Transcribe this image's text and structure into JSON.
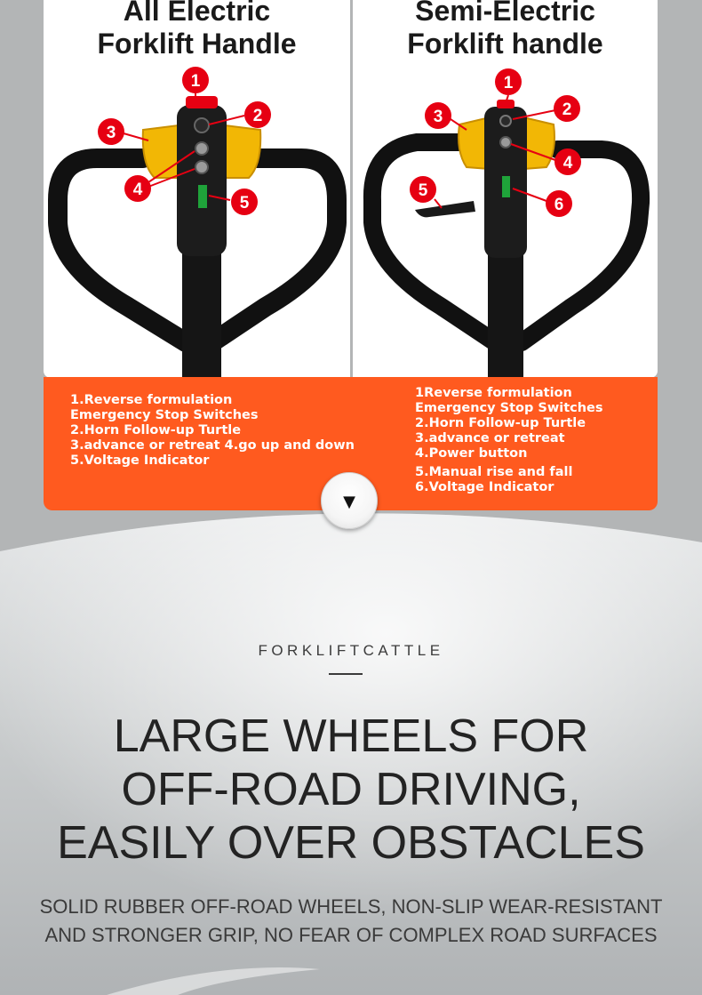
{
  "left_panel": {
    "title_line1": "All Electric",
    "title_line2": "Forklift Handle",
    "markers": [
      "1",
      "2",
      "3",
      "4",
      "5"
    ],
    "features": [
      "1.Reverse formulation",
      "Emergency Stop Switches",
      "2.Horn Follow-up Turtle",
      "3.advance or retreat 4.go up and down",
      "5.Voltage Indicator"
    ]
  },
  "right_panel": {
    "title_line1": "Semi-Electric",
    "title_line2": "Forklift handle",
    "markers": [
      "1",
      "2",
      "3",
      "4",
      "5",
      "6"
    ],
    "features": [
      "1Reverse formulation",
      "Emergency Stop Switches",
      "2.Horn Follow-up Turtle",
      "3.advance or retreat",
      "4.Power button",
      "5.Manual rise and fall",
      "6.Voltage Indicator"
    ]
  },
  "scroll_button": {
    "icon": "down-triangle-icon",
    "glyph": "▼"
  },
  "section": {
    "eyebrow": "FORKLIFTCATTLE",
    "headline_lines": [
      "LARGE WHEELS FOR",
      "OFF-ROAD DRIVING,",
      "EASILY OVER OBSTACLES"
    ],
    "subline_lines": [
      "SOLID RUBBER OFF-ROAD WHEELS, NON-SLIP WEAR-RESISTANT",
      "AND STRONGER GRIP, NO FEAR OF COMPLEX ROAD SURFACES"
    ]
  },
  "colors": {
    "accent_orange": "#ff5a1f",
    "marker_red": "#e60012",
    "knob_yellow": "#f2b705"
  }
}
